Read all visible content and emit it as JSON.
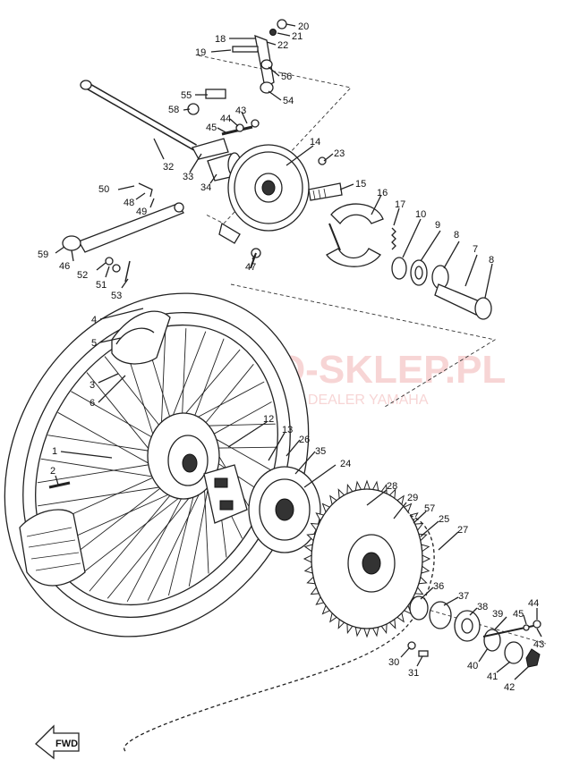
{
  "watermark": {
    "brand": "MOTO-SKLEP.PL",
    "subtitle": "WICZ | DEALER YAMAHA"
  },
  "fwd_badge": {
    "text": "FWD"
  },
  "callouts": [
    "1",
    "2",
    "3",
    "4",
    "5",
    "6",
    "7",
    "8",
    "8",
    "9",
    "10",
    "12",
    "13",
    "14",
    "15",
    "16",
    "17",
    "18",
    "19",
    "20",
    "21",
    "22",
    "23",
    "24",
    "25",
    "26",
    "27",
    "28",
    "29",
    "30",
    "31",
    "32",
    "33",
    "34",
    "35",
    "36",
    "37",
    "38",
    "39",
    "40",
    "41",
    "42",
    "43",
    "43",
    "44",
    "44",
    "45",
    "45",
    "46",
    "47",
    "48",
    "49",
    "50",
    "51",
    "52",
    "53",
    "54",
    "55",
    "56",
    "57",
    "58",
    "59"
  ]
}
